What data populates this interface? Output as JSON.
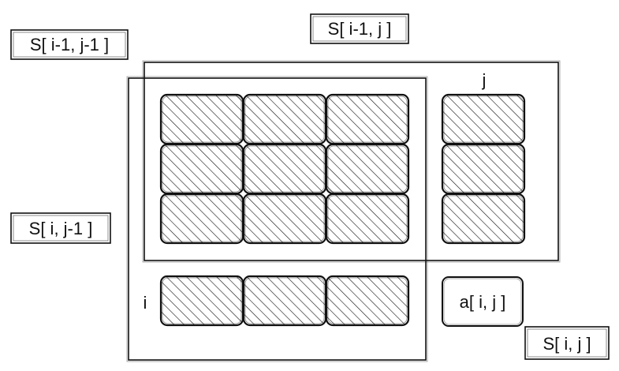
{
  "labels": {
    "s_im1_jm1": "S[ i-1, j-1 ]",
    "s_im1_j": "S[ i-1, j ]",
    "s_i_jm1": "S[ i, j-1 ]",
    "s_i_j": "S[ i, j ]",
    "a_i_j": "a[ i, j ]",
    "i": "i",
    "j": "j"
  },
  "colors": {
    "stroke": "#111111",
    "hatch": "#111111",
    "cell_fill": "#ffffff"
  }
}
